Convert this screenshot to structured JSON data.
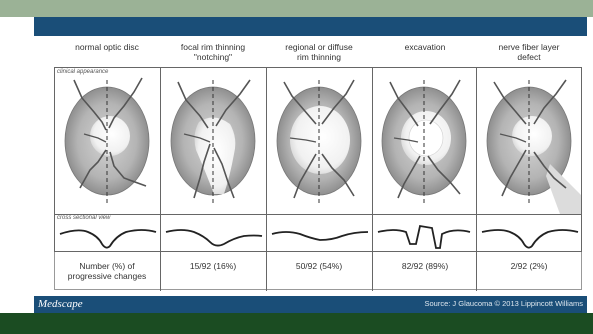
{
  "figure": {
    "columns": [
      {
        "header": "normal optic disc",
        "stat": "Number (%) of\nprogressive changes"
      },
      {
        "header": "focal rim thinning\n\"notching\"",
        "stat": "15/92 (16%)"
      },
      {
        "header": "regional or diffuse\nrim thinning",
        "stat": "50/92 (54%)"
      },
      {
        "header": "excavation",
        "stat": "82/92 (89%)"
      },
      {
        "header": "nerve fiber layer\ndefect",
        "stat": "2/92 (2%)"
      }
    ],
    "clinical_label": "clinical appearance",
    "cross_label": "cross sectional view"
  },
  "footer": {
    "logo": "Medscape",
    "source": "Source: J Glaucoma © 2013 Lippincott Williams"
  },
  "colors": {
    "top_band": "#9bb296",
    "title_bar": "#1a4e78",
    "bottom_band": "#1b4c22"
  }
}
